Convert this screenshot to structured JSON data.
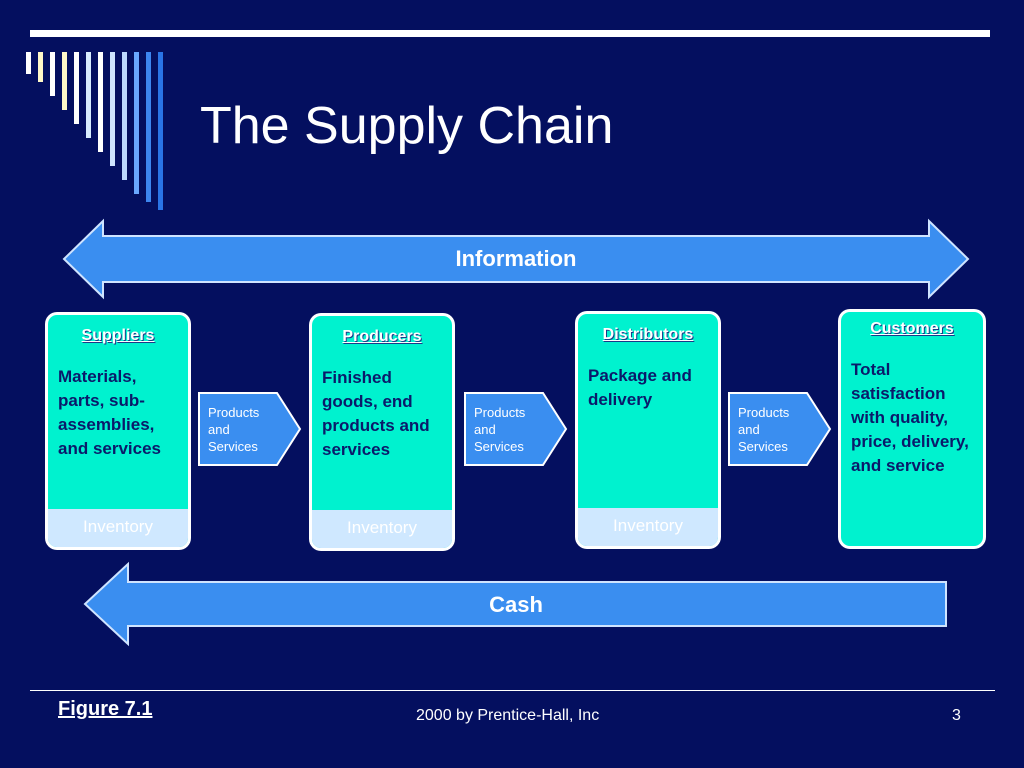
{
  "slide": {
    "title": "The Supply Chain",
    "figure_label": "Figure 7.1",
    "footer": "2000 by Prentice-Hall, Inc",
    "page_number": "3"
  },
  "diagram": {
    "top_arrow_label": "Information",
    "bottom_arrow_label": "Cash",
    "boxes": [
      {
        "title": "Suppliers",
        "body": "Materials, parts, sub-assemblies, and services",
        "footer": "Inventory"
      },
      {
        "title": "Producers",
        "body": "Finished goods, end products and services",
        "footer": "Inventory"
      },
      {
        "title": "Distributors",
        "body": "Package and delivery",
        "footer": "Inventory"
      },
      {
        "title": "Customers",
        "body": "Total satisfaction with quality, price, delivery, and service"
      }
    ],
    "flows": [
      {
        "label": "Products and Services"
      },
      {
        "label": "Products and Services"
      },
      {
        "label": "Products and Services"
      }
    ]
  },
  "colors": {
    "background": "#040f5f",
    "arrow_fill": "#3a8ef0",
    "box_fill": "#00f2cf",
    "inventory_band": "#cfe8ff"
  }
}
